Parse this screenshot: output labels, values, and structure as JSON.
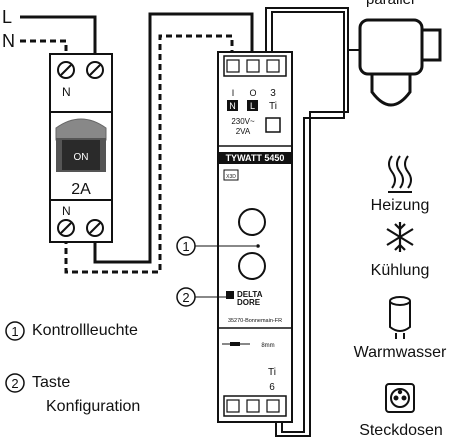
{
  "lines": {
    "l_label": "L",
    "n_label": "N"
  },
  "breaker": {
    "terminal_top": "N",
    "terminal_bottom": "N",
    "switch_label": "ON",
    "rating": "2A"
  },
  "device": {
    "terminal_n": "N",
    "terminal_l": "L",
    "terminal_3": "3",
    "terminal_3_sub": "Ti",
    "term_i": "I",
    "term_o": "O",
    "voltage": "230V~",
    "power": "2VA",
    "model": "TYWATT 5450",
    "badge": "X3D",
    "brand_line1": "DELTA",
    "brand_line2": "DORE",
    "address": "35270-Bonnemain-FR",
    "strip_length": "8mm",
    "bottom_label": "Ti",
    "bottom_number": "6"
  },
  "callouts": {
    "one": "1",
    "two": "2"
  },
  "legend": [
    {
      "number": "1",
      "text": "Kontrollleuchte"
    },
    {
      "number": "2",
      "text": "Taste",
      "text2": "Konfiguration"
    }
  ],
  "clamp": {
    "label": "parallel"
  },
  "uses": [
    "Heizung",
    "Kühlung",
    "Warmwasser",
    "Steckdosen"
  ],
  "icons": [
    "heat-wave-icon",
    "snowflake-icon",
    "water-heater-icon",
    "power-socket-icon"
  ],
  "colors": {
    "ink": "#111111",
    "device_fill": "#ffffff",
    "breaker_gray": "#888888"
  }
}
